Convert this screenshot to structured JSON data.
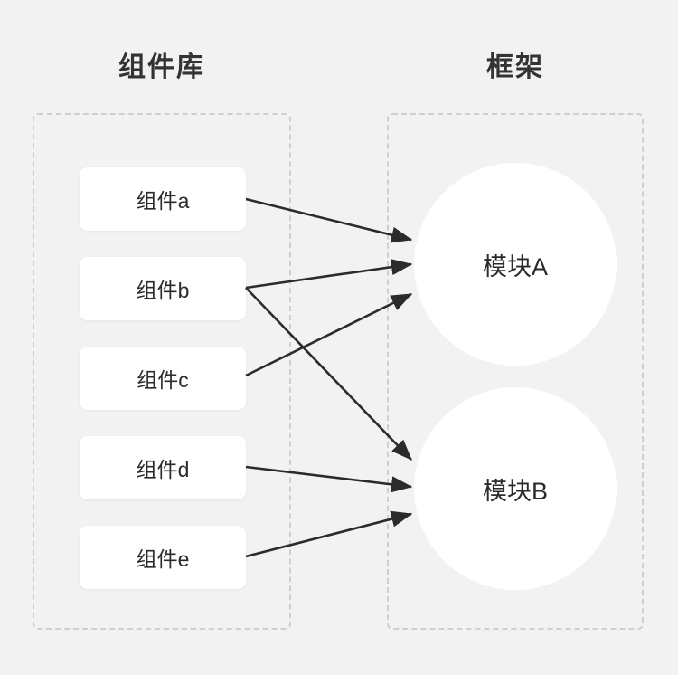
{
  "background_color": "#f2f2f2",
  "columns": {
    "library": {
      "title": "组件库"
    },
    "framework": {
      "title": "框架"
    }
  },
  "components": [
    {
      "label": "组件a"
    },
    {
      "label": "组件b"
    },
    {
      "label": "组件c"
    },
    {
      "label": "组件d"
    },
    {
      "label": "组件e"
    }
  ],
  "modules": [
    {
      "label": "模块A"
    },
    {
      "label": "模块B"
    }
  ],
  "connections": [
    {
      "from": "组件a",
      "to": "模块A"
    },
    {
      "from": "组件b",
      "to": "模块A"
    },
    {
      "from": "组件b",
      "to": "模块B"
    },
    {
      "from": "组件c",
      "to": "模块A"
    },
    {
      "from": "组件d",
      "to": "模块B"
    },
    {
      "from": "组件e",
      "to": "模块B"
    }
  ],
  "style": {
    "card_color": "#ffffff",
    "circle_color": "#ffffff",
    "text_color": "#2b2b2b",
    "title_color": "#333333",
    "dashed_border_color": "#cfcfcf",
    "arrow_color": "#2b2b2b"
  }
}
